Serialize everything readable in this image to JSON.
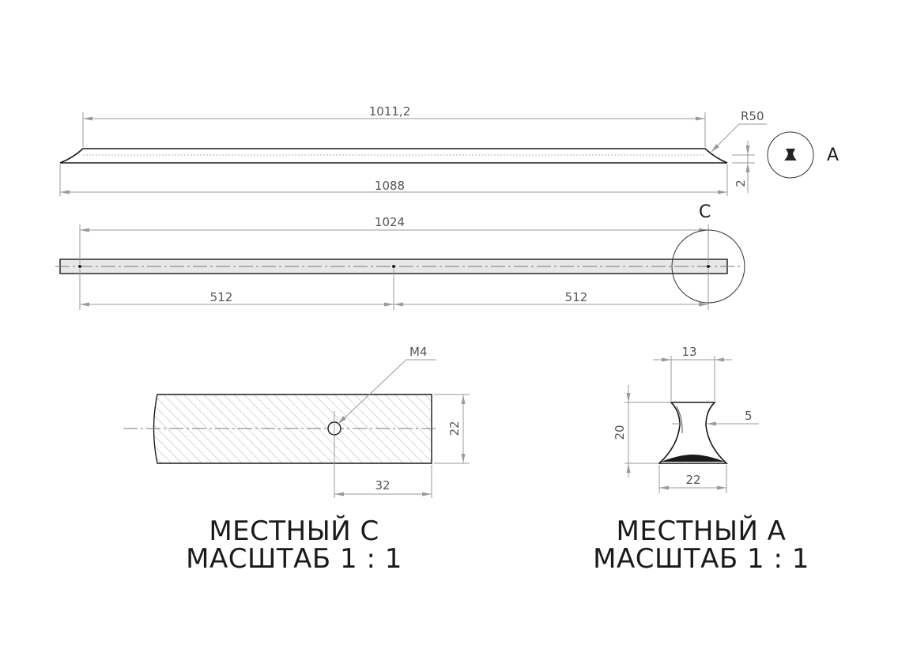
{
  "dimensions": {
    "overall_top": "1011,2",
    "radius": "R50",
    "overall_length": "1088",
    "thickness": "2",
    "hole_spacing_total": "1024",
    "hole_spacing_left": "512",
    "hole_spacing_right": "512",
    "thread": "M4",
    "detail_c_height": "22",
    "detail_c_offset": "32",
    "detail_a_top_width": "13",
    "detail_a_neck": "5",
    "detail_a_height": "20",
    "detail_a_base_width": "22"
  },
  "callouts": {
    "detail_a": "A",
    "detail_c": "C"
  },
  "titles": {
    "detail_c_line1": "МЕСТНЫЙ C",
    "detail_c_line2": "МАСШТАБ 1 : 1",
    "detail_a_line1": "МЕСТНЫЙ А",
    "detail_a_line2": "МАСШТАБ 1 : 1"
  }
}
